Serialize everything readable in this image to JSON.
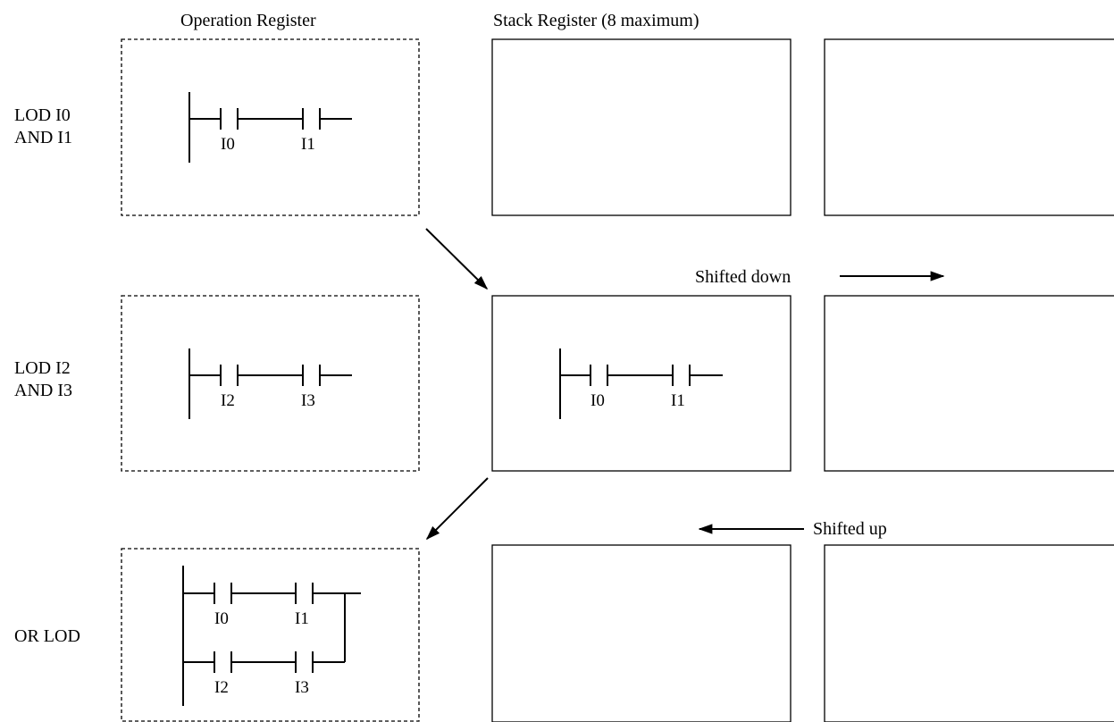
{
  "headers": {
    "operation_register": "Operation Register",
    "stack_register": "Stack Register (8 maximum)"
  },
  "steps": [
    {
      "line1": "LOD I0",
      "line2": "AND I1"
    },
    {
      "line1": "LOD I2",
      "line2": "AND I3"
    },
    {
      "line1": "OR LOD",
      "line2": ""
    }
  ],
  "rungs": {
    "op1": {
      "contact_a": "I0",
      "contact_b": "I1"
    },
    "op2": {
      "contact_a": "I2",
      "contact_b": "I3"
    },
    "op3": {
      "top": {
        "contact_a": "I0",
        "contact_b": "I1"
      },
      "bottom": {
        "contact_a": "I2",
        "contact_b": "I3"
      }
    },
    "stack_row2": {
      "contact_a": "I0",
      "contact_b": "I1"
    }
  },
  "annotations": {
    "shifted_down": "Shifted down",
    "shifted_up": "Shifted up"
  }
}
